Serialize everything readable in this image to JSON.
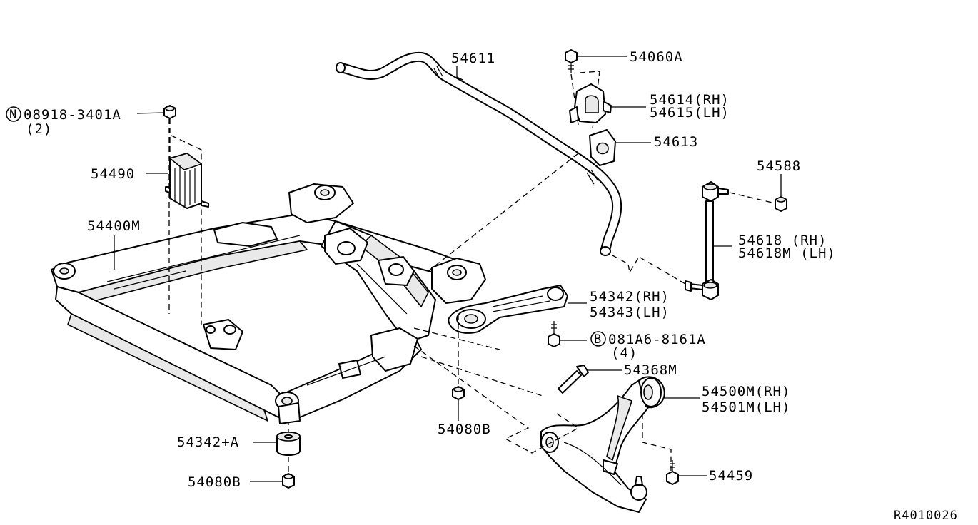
{
  "labels": {
    "bolt_0891b": "08918-3401A",
    "bolt_0891b_qty": "(2)",
    "bolt_prefix_n": "N",
    "p54490": "54490",
    "p54400m": "54400M",
    "p54611": "54611",
    "p54060a": "54060A",
    "p54614": "54614(RH)",
    "p54615": "54615(LH)",
    "p54613": "54613",
    "p54588": "54588",
    "p54618": "54618  (RH)",
    "p54618m": "54618M (LH)",
    "p54342": "54342(RH)",
    "p54343": "54343(LH)",
    "bolt_081a6": "081A6-8161A",
    "bolt_081a6_qty": "(4)",
    "bolt_prefix_b": "B",
    "p54368m": "54368M",
    "p54500m": "54500M(RH)",
    "p54501m": "54501M(LH)",
    "p54459": "54459",
    "p54080b_center": "54080B",
    "p54342a": "54342+A",
    "p54080b_left": "54080B",
    "ref_code": "R4010026"
  }
}
